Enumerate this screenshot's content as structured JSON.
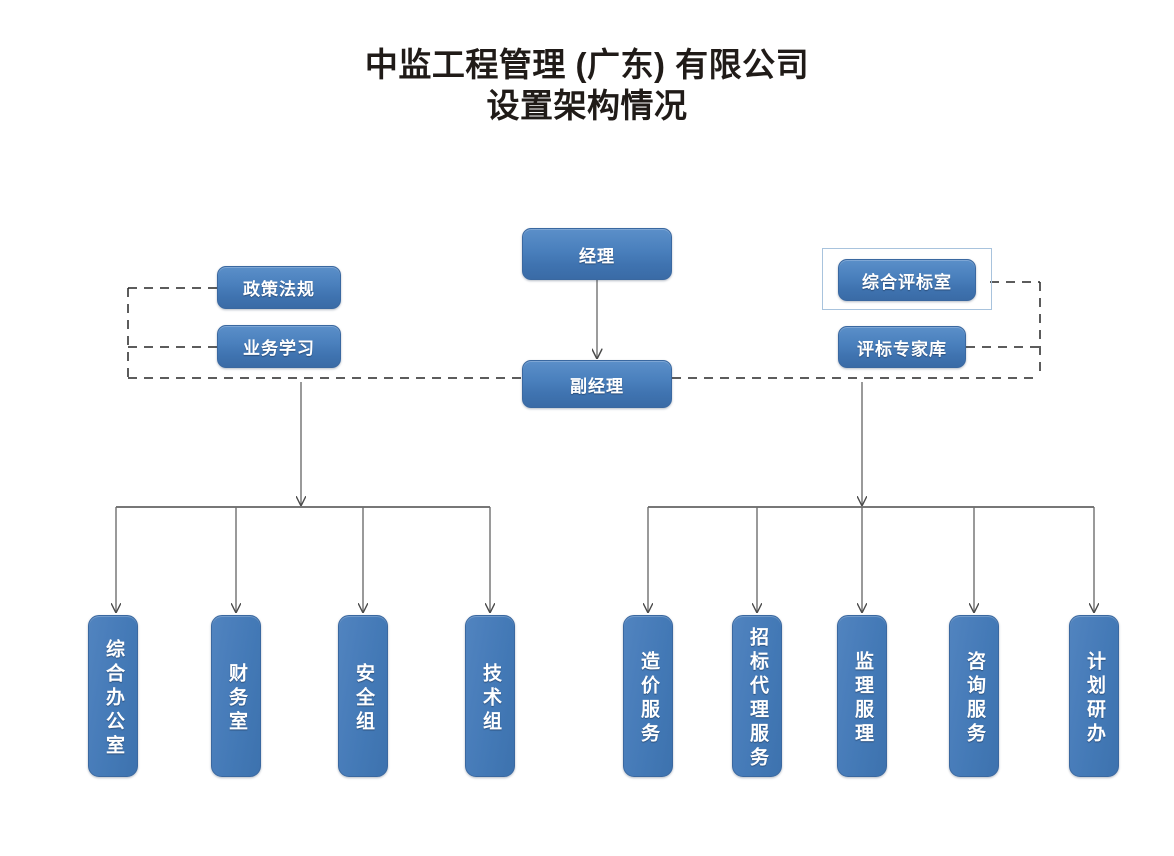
{
  "title": {
    "line1": "中监工程管理 (广东) 有限公司",
    "line2": "设置架构情况"
  },
  "colors": {
    "node_fill_light": "#5b8fc9",
    "node_fill_dark": "#3a6ba6",
    "node_border": "#3a68a0",
    "node_text": "#ffffff",
    "title_text": "#201b18",
    "connector_solid": "#595959",
    "connector_dashed": "#262626",
    "selection_frame": "#a8c3dd",
    "page_background": "#ffffff"
  },
  "nodes": {
    "manager": {
      "label": "经理"
    },
    "deputy_manager": {
      "label": "副经理"
    },
    "left_advisory": [
      {
        "label": "政策法规"
      },
      {
        "label": "业务学习"
      }
    ],
    "right_advisory": [
      {
        "label": "综合评标室",
        "selected": true
      },
      {
        "label": "评标专家库",
        "selected": false
      }
    ],
    "left_departments": [
      {
        "label": "综合办公室"
      },
      {
        "label": "财务室"
      },
      {
        "label": "安全组"
      },
      {
        "label": "技术组"
      }
    ],
    "right_departments": [
      {
        "label": "造价服务"
      },
      {
        "label": "招标代理服务"
      },
      {
        "label": "监理服理"
      },
      {
        "label": "咨询服务"
      },
      {
        "label": "计划研办"
      }
    ]
  },
  "chart_data": {
    "type": "diagram",
    "diagram_type": "organizational-chart",
    "title": "中监工程管理 (广东) 有限公司 设置架构情况",
    "orientation": "top-down",
    "levels": [
      {
        "level": 1,
        "nodes": [
          "经理"
        ]
      },
      {
        "level": 2,
        "nodes": [
          "副经理"
        ]
      },
      {
        "level": 3,
        "nodes": [
          "综合办公室",
          "财务室",
          "安全组",
          "技术组",
          "造价服务",
          "招标代理服务",
          "监理服理",
          "咨询服务",
          "计划研办"
        ]
      }
    ],
    "staff_nodes": [
      "政策法规",
      "业务学习",
      "综合评标室",
      "评标专家库"
    ],
    "edges": [
      {
        "from": "经理",
        "to": "副经理",
        "style": "solid-arrow"
      },
      {
        "from": "副经理",
        "to": "政策法规",
        "style": "dashed"
      },
      {
        "from": "副经理",
        "to": "业务学习",
        "style": "dashed"
      },
      {
        "from": "副经理",
        "to": "综合评标室",
        "style": "dashed"
      },
      {
        "from": "副经理",
        "to": "评标专家库",
        "style": "dashed"
      },
      {
        "from": "副经理",
        "to": "综合办公室",
        "style": "solid-arrow"
      },
      {
        "from": "副经理",
        "to": "财务室",
        "style": "solid-arrow"
      },
      {
        "from": "副经理",
        "to": "安全组",
        "style": "solid-arrow"
      },
      {
        "from": "副经理",
        "to": "技术组",
        "style": "solid-arrow"
      },
      {
        "from": "副经理",
        "to": "造价服务",
        "style": "solid-arrow"
      },
      {
        "from": "副经理",
        "to": "招标代理服务",
        "style": "solid-arrow"
      },
      {
        "from": "副经理",
        "to": "监理服理",
        "style": "solid-arrow"
      },
      {
        "from": "副经理",
        "to": "咨询服务",
        "style": "solid-arrow"
      },
      {
        "from": "副经理",
        "to": "计划研办",
        "style": "solid-arrow"
      }
    ]
  }
}
